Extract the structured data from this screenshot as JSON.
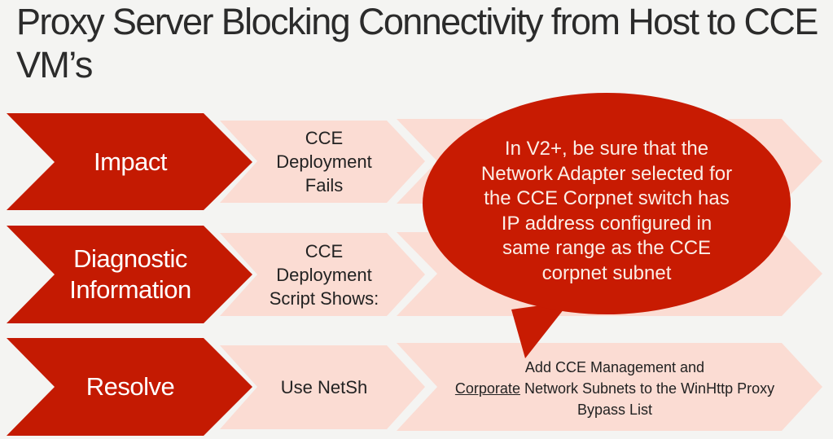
{
  "slide": {
    "title": "Proxy Server Blocking Connectivity from Host to CCE VM’s",
    "colors": {
      "background": "#f4f4f2",
      "primary_red": "#c41a02",
      "light_pink": "#fbdcd3",
      "bubble_red": "#c81b02",
      "title_text": "#2b2b2b"
    },
    "rows": [
      {
        "category": "Impact",
        "step": "CCE Deployment Fails",
        "detail": ""
      },
      {
        "category": "Diagnostic Information",
        "step": "CCE Deployment Script Shows:",
        "detail": ""
      },
      {
        "category": "Resolve",
        "step": "Use NetSh",
        "detail_pre": "Add CCE Management and",
        "detail_link": "Corporate",
        "detail_post": "Network Subnets to the WinHttp Proxy Bypass List"
      }
    ],
    "callout": {
      "text": "In V2+, be sure that the Network Adapter selected for the CCE Corpnet switch has IP address configured in same range as the CCE corpnet subnet"
    }
  }
}
